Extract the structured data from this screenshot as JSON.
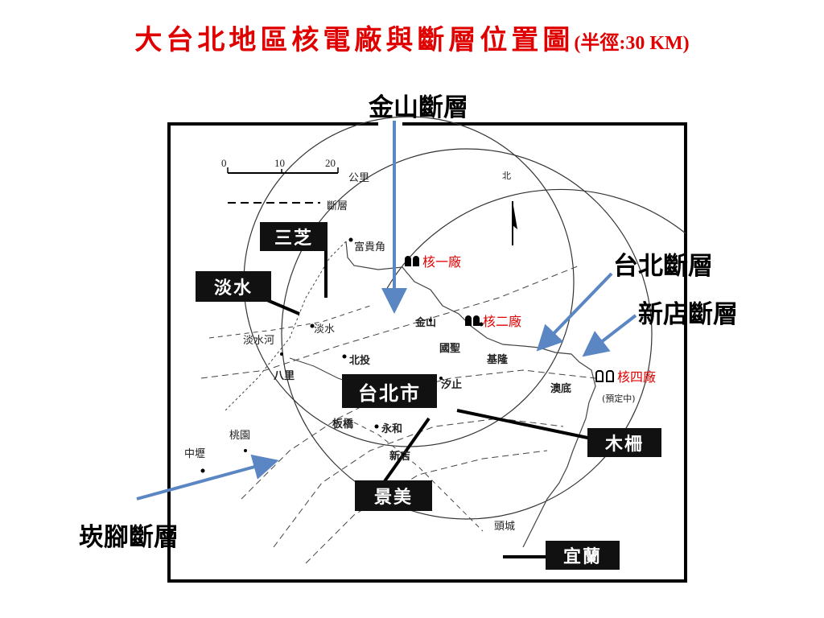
{
  "title": {
    "main": "大台北地區核電廠與斷層位置圖",
    "sub": "(半徑:30 KM)"
  },
  "legend": {
    "scale_ticks": [
      "0",
      "10",
      "20"
    ],
    "scale_unit": "公里",
    "fault_legend": "斷層",
    "north_symbol": "北"
  },
  "faults": {
    "jinshan": "金山斷層",
    "taipei": "台北斷層",
    "xindian": "新店斷層",
    "kanjiao": "崁腳斷層"
  },
  "boxes": {
    "sanzhi": "三芝",
    "tamsui": "淡水",
    "taipei_city": "台北市",
    "mucha": "木柵",
    "jingmei": "景美",
    "yilan": "宜蘭"
  },
  "plants": {
    "p1": "核一廠",
    "p2": "核二廠",
    "p4": "核四廠",
    "p4_note": "(預定中)"
  },
  "places": {
    "fuguijiao": "富貴角",
    "tamsui": "淡水",
    "tamsui_river": "淡水河",
    "beitou": "北投",
    "bali": "八里",
    "jinshan": "金山",
    "guosheng": "國聖",
    "keelung": "基隆",
    "xizhi": "汐止",
    "banqiao": "板橋",
    "yonghe": "永和",
    "xindian": "新店",
    "taoyuan": "桃園",
    "zhongli": "中壢",
    "toucheng": "頭城",
    "aodi": "澳底"
  },
  "colors": {
    "title": "#e00000",
    "plant_label": "#e00000",
    "arrow": "#5b86c4",
    "box_bg": "#111111"
  }
}
